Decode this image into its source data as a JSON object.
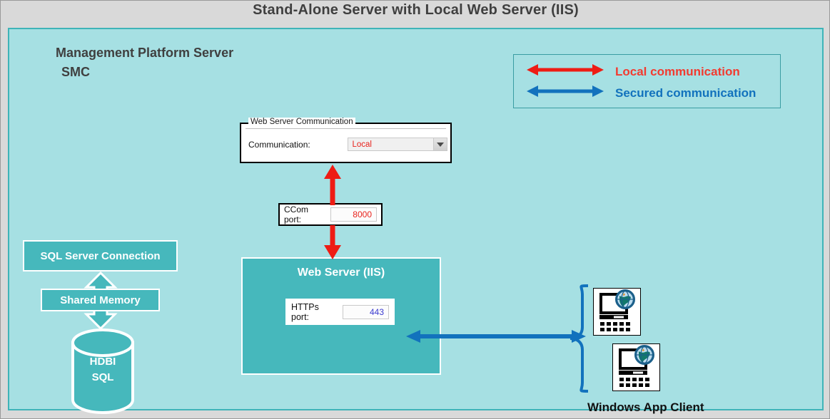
{
  "page": {
    "title": "Stand-Alone Server with Local Web Server (IIS)",
    "bg_color": "#d9d9d9",
    "panel_color": "#a6e0e3",
    "panel_border_color": "#3fb4b8",
    "teal_box_color": "#46b8bc",
    "red_color": "#f23b30",
    "blue_color": "#1272bd"
  },
  "server": {
    "line1": "Management Platform Server",
    "line2": "SMC"
  },
  "legend": {
    "items": [
      {
        "label": "Local communication",
        "color": "#f23b30",
        "icon": "double-arrow-red-icon"
      },
      {
        "label": "Secured communication",
        "color": "#1272bd",
        "icon": "double-arrow-blue-icon"
      }
    ]
  },
  "web_server_communication": {
    "group_title": "Web Server Communication",
    "field_label": "Communication:",
    "dropdown_value": "Local",
    "dropdown_value_color": "#e8221c",
    "dropdown_icon": "chevron-down-icon"
  },
  "ccom": {
    "field_label": "CCom port:",
    "value": "8000",
    "value_color": "#e8221c"
  },
  "iis": {
    "title": "Web Server (IIS)",
    "https_label": "HTTPs port:",
    "https_value": "443",
    "https_value_color": "#3b3bd0"
  },
  "left_column": {
    "sql_connection": "SQL Server Connection",
    "shared_memory": "Shared Memory",
    "database": {
      "line1": "HDBI",
      "line2": "SQL",
      "icon": "database-cylinder-icon"
    }
  },
  "clients": {
    "label": "Windows App Client",
    "brace_icon": "curly-brace-icon",
    "items": [
      {
        "icon": "computer-globe-icon"
      },
      {
        "icon": "computer-globe-icon"
      }
    ]
  },
  "arrows": {
    "red_up": "red-arrow-up-icon",
    "red_down": "red-arrow-down-icon",
    "blue_double": "blue-double-arrow-icon"
  }
}
